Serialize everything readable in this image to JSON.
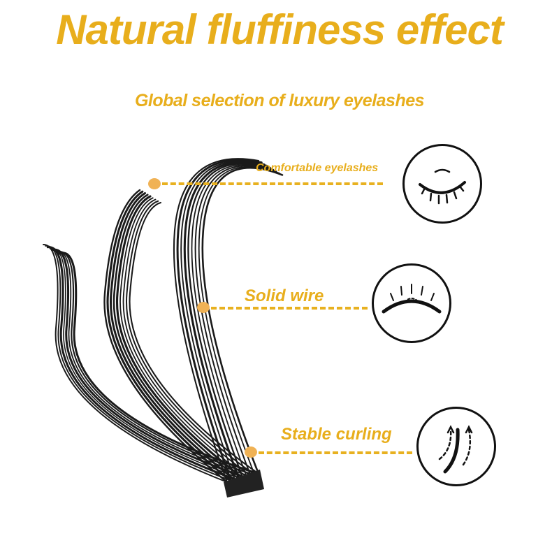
{
  "title": "Natural fluffiness effect",
  "subtitle": "Global selection of luxury eyelashes",
  "features": [
    {
      "label": "Comfortable eyelashes",
      "icon": "closed-eye-icon"
    },
    {
      "label": "Solid wire",
      "icon": "eye-curve-icon"
    },
    {
      "label": "Stable curling",
      "icon": "curl-arrows-icon"
    }
  ],
  "colors": {
    "accent": "#E8AE1C",
    "dot": "#F0B255",
    "lash": "#1a1a1a"
  }
}
